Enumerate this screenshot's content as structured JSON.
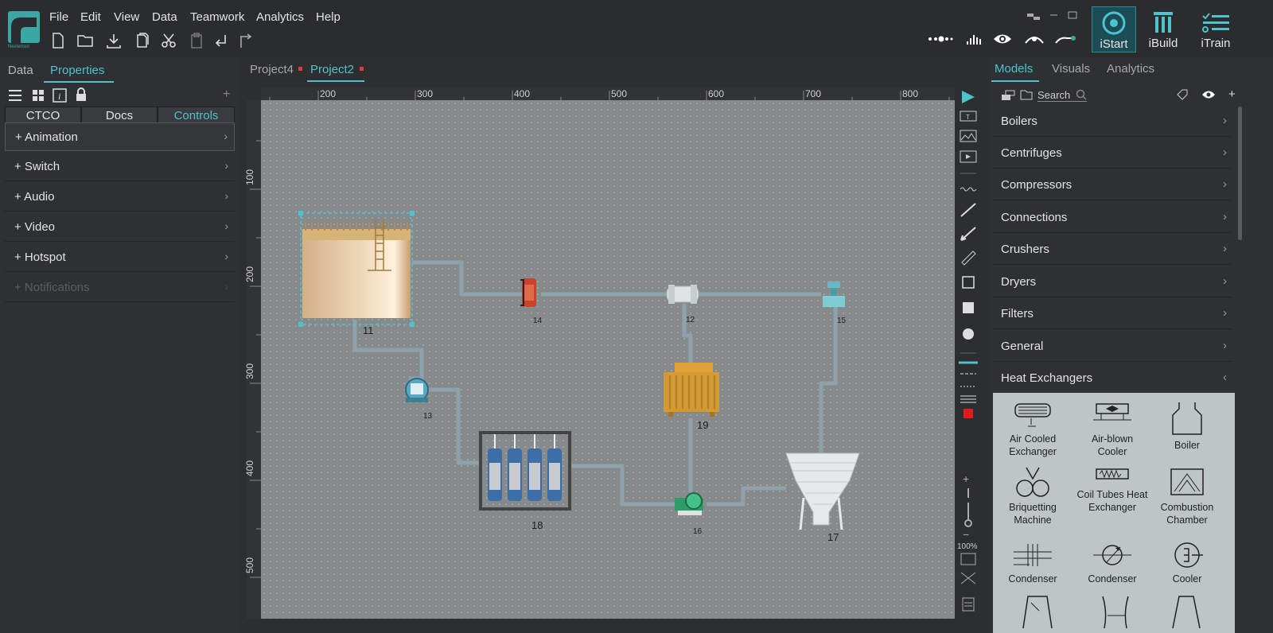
{
  "app": {
    "logo_text": "Nextensor",
    "accent": "#4dc3cf"
  },
  "menu": [
    "File",
    "Edit",
    "View",
    "Data",
    "Teamwork",
    "Analytics",
    "Help"
  ],
  "toolbar_icons": [
    "new-file-icon",
    "open-folder-icon",
    "download-icon",
    "copy-icon",
    "cut-icon",
    "paste-icon",
    "undo-icon",
    "redo-icon"
  ],
  "right_toolbar_icons": [
    "dots-icon",
    "signal-icon",
    "eye-icon",
    "connect-icon",
    "key-icon"
  ],
  "modes": [
    {
      "label": "iStart",
      "active": true
    },
    {
      "label": "iBuild",
      "active": false
    },
    {
      "label": "iTrain",
      "active": false
    }
  ],
  "left_panel": {
    "tabs": [
      {
        "label": "Data",
        "active": false
      },
      {
        "label": "Properties",
        "active": true
      }
    ],
    "plus": "+",
    "subtabs": [
      {
        "label": "CTCO"
      },
      {
        "label": "Docs"
      },
      {
        "label": "Controls",
        "active": true
      }
    ],
    "controls": [
      "+ Animation",
      "+ Switch",
      "+ Audio",
      "+ Video",
      "+ Hotspot",
      "+ Notifications"
    ]
  },
  "project_tabs": [
    {
      "label": "Project4",
      "active": false,
      "modified": true
    },
    {
      "label": "Project2",
      "active": true,
      "modified": true
    }
  ],
  "ruler": {
    "top": [
      "200",
      "300",
      "400",
      "500",
      "600",
      "700",
      "800"
    ],
    "left": [
      "100",
      "200",
      "300",
      "400",
      "500"
    ]
  },
  "diagram_labels": {
    "tank": "11",
    "pump": "13",
    "filter": "14",
    "valve": "15",
    "motor": "16",
    "cyclone": "17",
    "rack": "18",
    "cooling_tower": "19",
    "exchanger": "12"
  },
  "zoom": {
    "plus": "+",
    "minus": "−",
    "level": "100%"
  },
  "right_panel": {
    "tabs": [
      {
        "label": "Models",
        "active": true
      },
      {
        "label": "Visuals",
        "active": false
      },
      {
        "label": "Analytics",
        "active": false
      }
    ],
    "search_placeholder": "Search",
    "plus": "+",
    "categories": [
      "Boilers",
      "Centrifuges",
      "Compressors",
      "Connections",
      "Crushers",
      "Dryers",
      "Filters",
      "General",
      "Heat Exchangers"
    ],
    "models": [
      {
        "name": "Air Cooled Exchanger",
        "icon": "air-cooled-exchanger-icon"
      },
      {
        "name": "Air-blown Cooler",
        "icon": "air-blown-cooler-icon"
      },
      {
        "name": "Boiler",
        "icon": "boiler-icon"
      },
      {
        "name": "Briquetting Machine",
        "icon": "briquetting-machine-icon"
      },
      {
        "name": "Coil Tubes Heat Exchanger",
        "icon": "coil-tubes-icon"
      },
      {
        "name": "Combustion Chamber",
        "icon": "combustion-chamber-icon"
      },
      {
        "name": "Condenser",
        "icon": "condenser-icon"
      },
      {
        "name": "Condenser",
        "icon": "condenser-fan-icon"
      },
      {
        "name": "Cooler",
        "icon": "cooler-icon"
      }
    ]
  }
}
